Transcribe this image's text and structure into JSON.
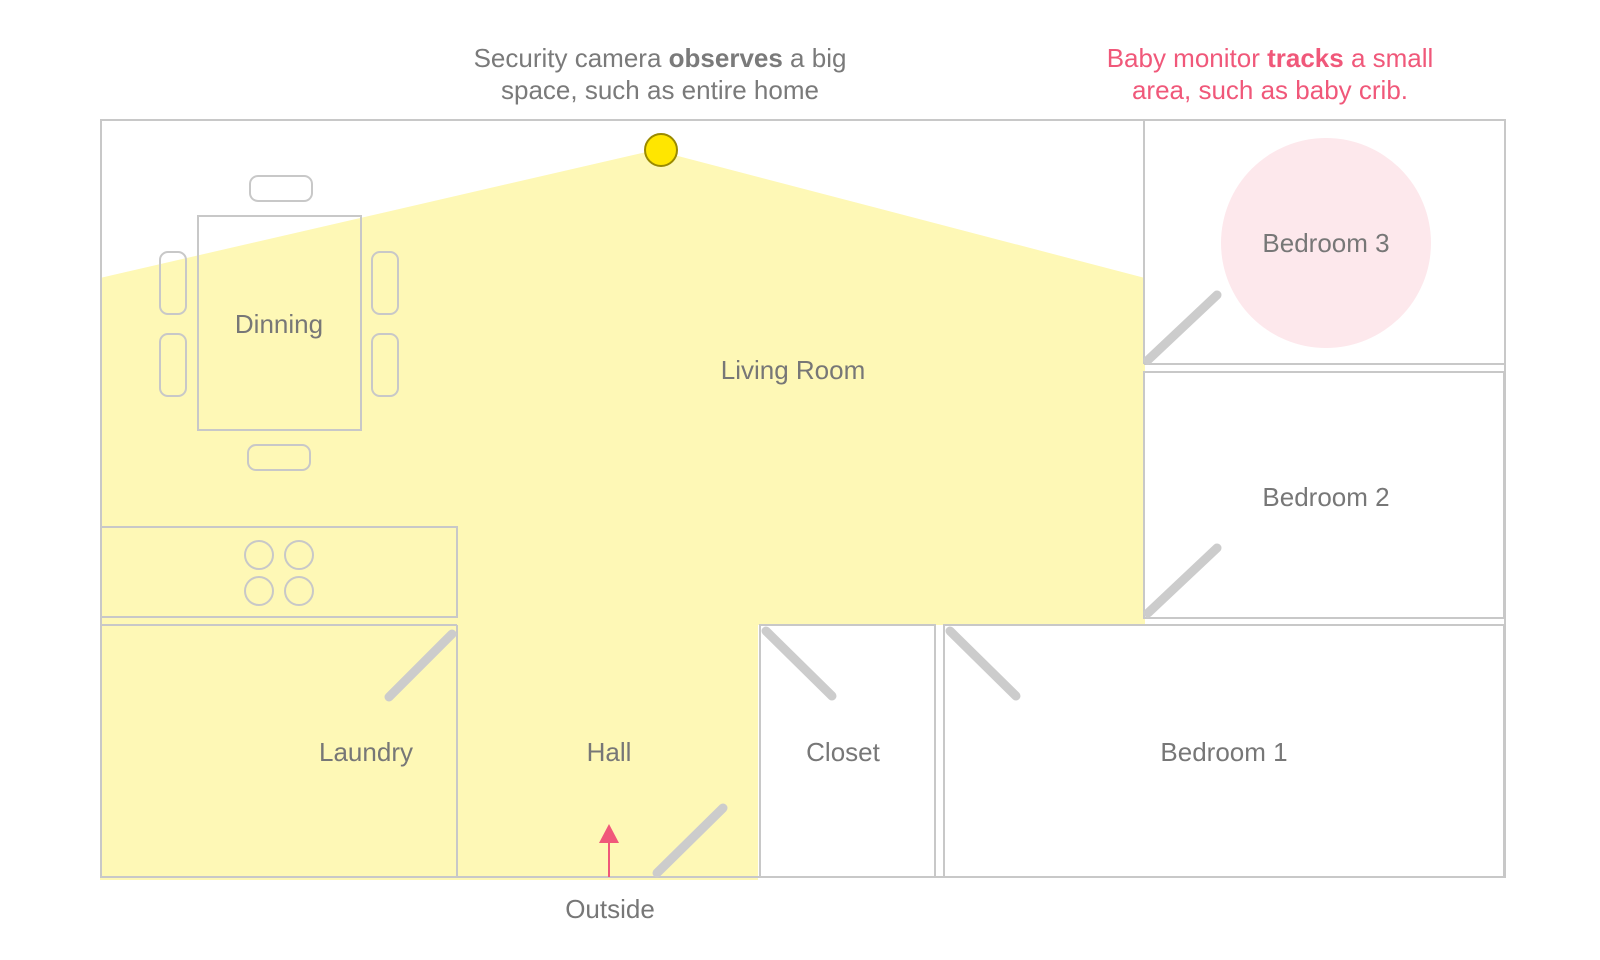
{
  "captions": {
    "camera": {
      "pre": "Security camera ",
      "bold": "observes",
      "post": " a big",
      "line2": "space, such as entire home"
    },
    "monitor": {
      "pre": "Baby monitor ",
      "bold": "tracks",
      "post": " a small",
      "line2": "area, such as baby crib."
    }
  },
  "rooms": {
    "dinning": "Dinning",
    "living_room": "Living Room",
    "bedroom3": "Bedroom 3",
    "bedroom2": "Bedroom 2",
    "bedroom1": "Bedroom 1",
    "laundry": "Laundry",
    "hall": "Hall",
    "closet": "Closet"
  },
  "entrance": {
    "label": "Outside"
  },
  "colors": {
    "coverage": "#fef8b6",
    "camera": "#ffe600",
    "tracked_area": "#fde8ec",
    "accent": "#f0587a",
    "wall": "#c8c8c8",
    "door": "#cccccc",
    "text": "#777777"
  }
}
